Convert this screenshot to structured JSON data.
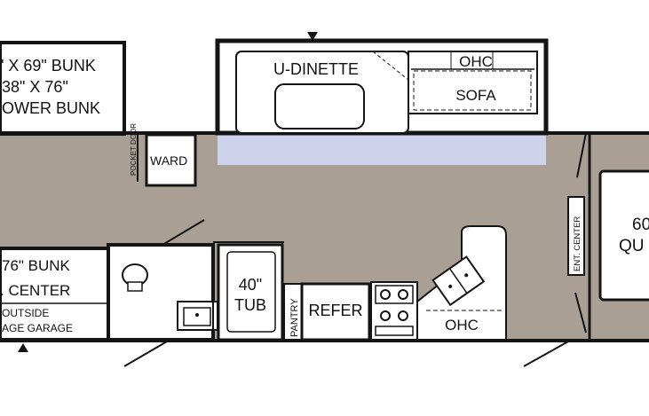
{
  "labels": {
    "bunk_top_line1": "\" X 69\" BUNK",
    "bunk_top_line2": "38\" X 76\"",
    "bunk_top_line3": "OWER BUNK",
    "u_dinette": "U-DINETTE",
    "ohc_top": "OHC",
    "sofa": "SOFA",
    "ward": "WARD",
    "pocket_door": "POCKET DOOR",
    "bunk_bottom_line1": "76\" BUNK",
    "ent_center_left": ". CENTER",
    "outside_line1": "OUTSIDE",
    "outside_line2": "AGE GARAGE",
    "tub_line1": "40\"",
    "tub_line2": "TUB",
    "pantry": "PANTRY",
    "refer": "REFER",
    "ohc_bottom": "OHC",
    "ent_center_right": "ENT. CENTER",
    "bed_line1": "60",
    "bed_line2": "QU"
  },
  "colors": {
    "floor": "#a99f95",
    "slideout": "#cdd3ea",
    "wall": "#141414",
    "fixture": "#ffffff"
  }
}
